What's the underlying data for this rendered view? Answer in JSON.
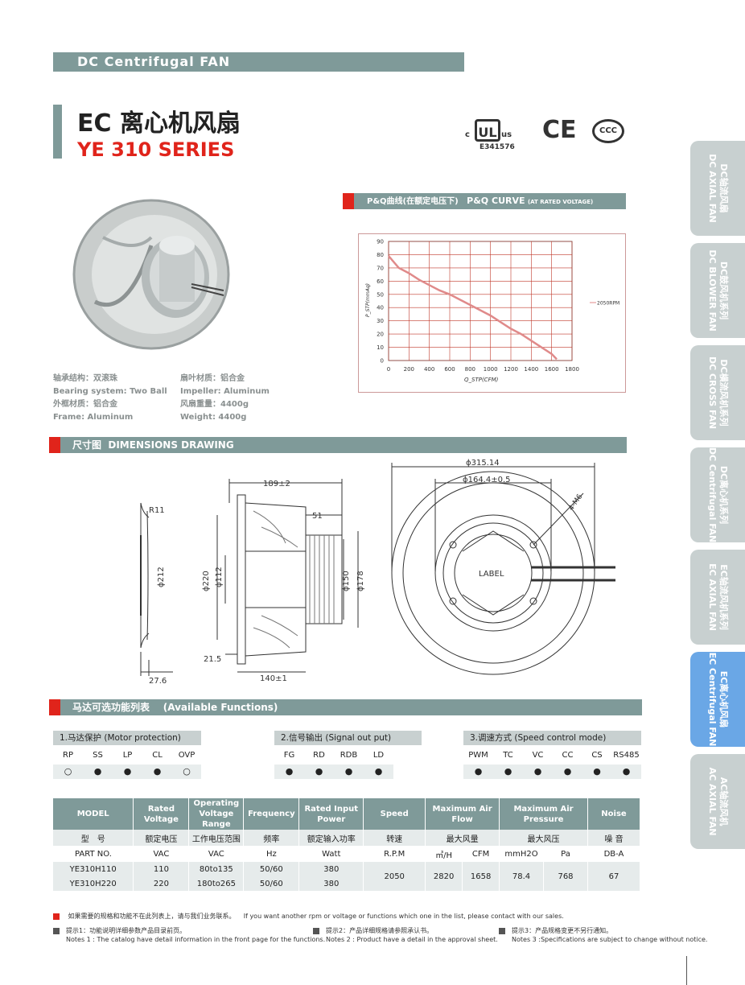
{
  "header": {
    "band_title": "DC Centrifugal FAN",
    "title_cn": "EC 离心机风扇",
    "series": "YE 310 SERIES"
  },
  "certs": {
    "cert_no": "E341576",
    "ul_c": "c",
    "ul_us": "us",
    "ce": "CE",
    "ccc": "CCC"
  },
  "specs": [
    {
      "cn": "轴承结构：双滚珠",
      "en": "Bearing system: Two Ball"
    },
    {
      "cn": "外框材质：铝合金",
      "en": "Frame: Aluminum"
    },
    {
      "cn": "扇叶材质：铝合金",
      "en": "Impeller: Aluminum"
    },
    {
      "cn": "风扇重量：4400g",
      "en": "Weight: 4400g"
    }
  ],
  "pq": {
    "bar_cn": "P&Q曲线(在额定电压下)",
    "bar_en": "P&Q CURVE",
    "bar_en_small": "(AT RATED VOLTAGE)"
  },
  "chart_data": {
    "type": "line",
    "xlabel": "Q_STP(CFM)",
    "ylabel": "P_STP(mmAq)",
    "xlim": [
      0,
      1800
    ],
    "ylim": [
      0,
      90
    ],
    "xticks": [
      0,
      200,
      400,
      600,
      800,
      1000,
      1200,
      1400,
      1600,
      1800
    ],
    "yticks": [
      0,
      10,
      20,
      30,
      40,
      50,
      60,
      70,
      80,
      90
    ],
    "grid": true,
    "legend": "right",
    "series": [
      {
        "name": "2050RPM",
        "color": "#e08a8a",
        "x": [
          0,
          100,
          200,
          300,
          400,
          500,
          600,
          700,
          800,
          900,
          1000,
          1100,
          1200,
          1300,
          1400,
          1500,
          1600,
          1650
        ],
        "y": [
          79,
          70,
          66,
          61,
          57,
          53,
          50,
          46,
          42,
          38,
          34,
          29,
          24,
          20,
          15,
          10,
          5,
          1
        ]
      }
    ]
  },
  "dims": {
    "bar_cn": "尺寸图",
    "bar_en": "DIMENSIONS DRAWING",
    "d_total": "189±2",
    "d_51": "51",
    "d_220": "ϕ220",
    "d_112": "ϕ112",
    "d_150": "ϕ150",
    "d_178": "ϕ178",
    "d_215": "21.5",
    "d_140": "140±1",
    "d_r11": "R11",
    "d_212": "ϕ212",
    "d_276": "27.6",
    "d_315": "ϕ315.14",
    "d_164": "ϕ164.4±0.5",
    "d_m6": "4-M6",
    "label": "LABEL"
  },
  "functions": {
    "bar_cn": "马达可选功能列表",
    "bar_en": "(Available Functions)",
    "groups": [
      {
        "title": "1.马达保护 (Motor protection)",
        "cols": [
          "RP",
          "SS",
          "LP",
          "CL",
          "OVP"
        ],
        "marks": [
          "○",
          "●",
          "●",
          "●",
          "○"
        ]
      },
      {
        "title": "2.信号输出 (Signal out put)",
        "cols": [
          "FG",
          "RD",
          "RDB",
          "LD"
        ],
        "marks": [
          "●",
          "●",
          "●",
          "●"
        ]
      },
      {
        "title": "3.调速方式 (Speed control mode)",
        "cols": [
          "PWM",
          "TC",
          "VC",
          "CC",
          "CS",
          "RS485"
        ],
        "marks": [
          "●",
          "●",
          "●",
          "●",
          "●",
          "●"
        ]
      }
    ]
  },
  "table": {
    "h1": [
      "MODEL",
      "Rated Voltage",
      "Operating Voltage Range",
      "Frequency",
      "Rated Input Power",
      "Speed",
      "Maximum Air Flow",
      "Maximum Air Pressure",
      "Noise"
    ],
    "h2": [
      "型　号",
      "额定电压",
      "工作电压范围",
      "频率",
      "额定输入功率",
      "转速",
      "最大风量",
      "最大风压",
      "噪 音"
    ],
    "units": [
      "PART NO.",
      "VAC",
      "VAC",
      "Hz",
      "Watt",
      "R.P.M",
      "㎥/H",
      "CFM",
      "mmH2O",
      "Pa",
      "DB-A"
    ],
    "rows": [
      [
        "YE310H110",
        "110",
        "80to135",
        "50/60",
        "380"
      ],
      [
        "YE310H220",
        "220",
        "180to265",
        "50/60",
        "380"
      ]
    ],
    "shared": {
      "speed": "2050",
      "m3h": "2820",
      "cfm": "1658",
      "mmh2o": "78.4",
      "pa": "768",
      "noise": "67"
    }
  },
  "notes": {
    "contact_cn": "如果需要的规格和功能不在此列表上，请与我们业务联系。",
    "contact_en": "If you want another rpm or voltage or functions which one in the list, please contact with our sales.",
    "n1_cn": "提示1：功能说明详细参数产品目录前页。",
    "n1_en": "Notes 1 : The catalog have detail information in the front page for the functions.",
    "n2_cn": "提示2：产品详细规格请参照承认书。",
    "n2_en": "Notes 2 : Product have a detail in the approval sheet.",
    "n3_cn": "提示3：产品规格变更不另行通知。",
    "n3_en": "Notes 3 :Specifications are subject to change without notice."
  },
  "tabs": [
    {
      "cn": "DC轴流风扇",
      "en": "DC AXIAL FAN"
    },
    {
      "cn": "DC鼓风机系列",
      "en": "DC BLOWER FAN"
    },
    {
      "cn": "DC横流风机系列",
      "en": "DC CROSS FAN"
    },
    {
      "cn": "DC离心机系列",
      "en": "DC Centrifugal FAN"
    },
    {
      "cn": "EC轴流风机系列",
      "en": "EC AXIAL FAN"
    },
    {
      "cn": "EC离心机风扇",
      "en": "EC Centrifugal FAN"
    },
    {
      "cn": "AC轴流风机",
      "en": "AC AXIAL FAN"
    }
  ]
}
